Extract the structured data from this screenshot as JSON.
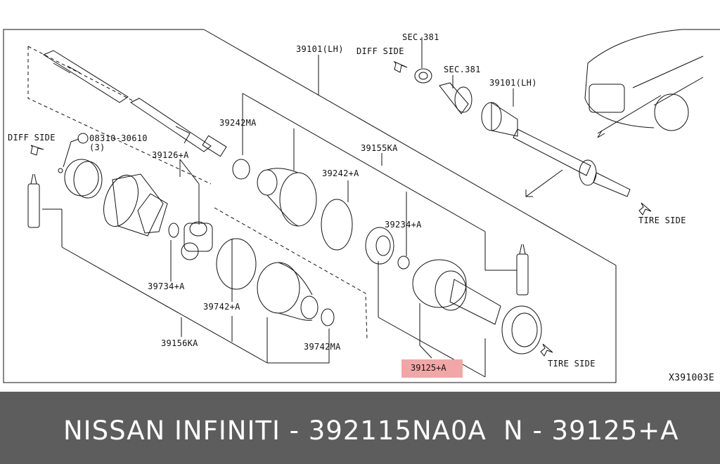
{
  "labels": {
    "p39101_lh_top": "39101(LH)",
    "diff_side_top": "DIFF SIDE",
    "sec381_a": "SEC.381",
    "sec381_b": "SEC.381",
    "p39101_lh_right": "39101(LH)",
    "p39242ma": "39242MA",
    "p39155ka": "39155KA",
    "diff_side_left": "DIFF SIDE",
    "bolt": "08310-30610",
    "bolt_qty": "(3)",
    "p39126a": "39126+A",
    "p39242a": "39242+A",
    "p39234a": "39234+A",
    "p39734a": "39734+A",
    "p39742a": "39742+A",
    "p39156ka": "39156KA",
    "p39742ma": "39742MA",
    "p39125a": "39125+A",
    "tire_side_top": "TIRE SIDE",
    "tire_side_bottom": "TIRE SIDE",
    "diagram_code": "X391003E"
  },
  "footer": {
    "left_text": "NISSAN  INFINITI - 392115NA0A",
    "right_text": "N - 39125+A"
  },
  "colors": {
    "highlight": "#f3a6a6",
    "footer_bg": "#5d5d5d",
    "footer_text": "#ffffff"
  }
}
